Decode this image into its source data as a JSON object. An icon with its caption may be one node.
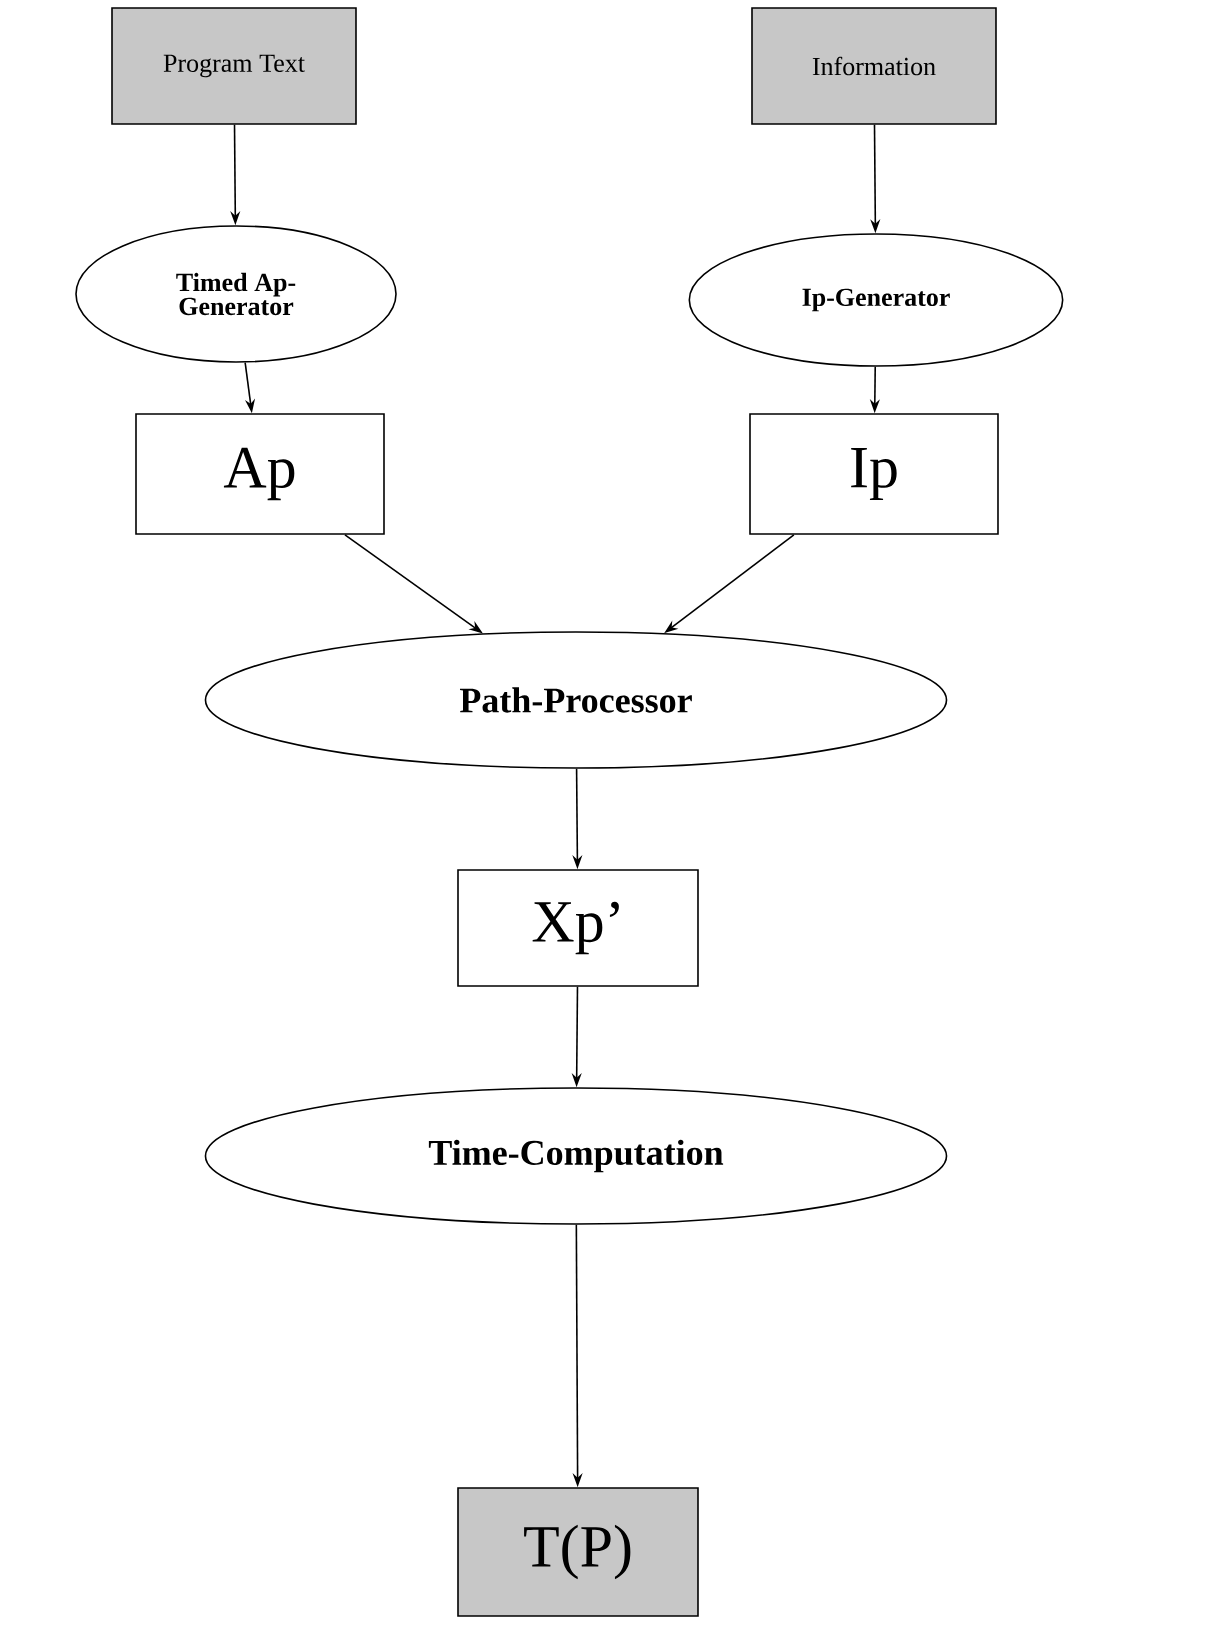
{
  "diagram": {
    "nodes": [
      {
        "text": [
          "Program Text"
        ]
      },
      {
        "text": [
          "Information"
        ]
      },
      {
        "text": [
          "Timed Ap-Generator"
        ]
      },
      {
        "text": [
          "Ip-Generator"
        ]
      },
      {
        "text": [
          "Ap"
        ]
      },
      {
        "text": [
          "Ip"
        ]
      },
      {
        "text": [
          "Path-Processor"
        ]
      },
      {
        "text": [
          "Xp’"
        ]
      },
      {
        "text": [
          "Time-Computation"
        ]
      },
      {
        "text": [
          "T(P)"
        ]
      }
    ],
    "edges": [
      {
        "from": 0,
        "to": 2,
        "arrow": "to"
      },
      {
        "from": 1,
        "to": 3,
        "arrow": "to"
      },
      {
        "from": 2,
        "to": 4,
        "arrow": "to"
      },
      {
        "from": 3,
        "to": 5,
        "arrow": "to"
      },
      {
        "from": 4,
        "to": 6,
        "arrow": "to"
      },
      {
        "from": 5,
        "to": 6,
        "arrow": "to"
      },
      {
        "from": 6,
        "to": 7,
        "arrow": "to"
      },
      {
        "from": 7,
        "to": 8,
        "arrow": "to"
      },
      {
        "from": 8,
        "to": 9,
        "arrow": "to"
      }
    ]
  }
}
